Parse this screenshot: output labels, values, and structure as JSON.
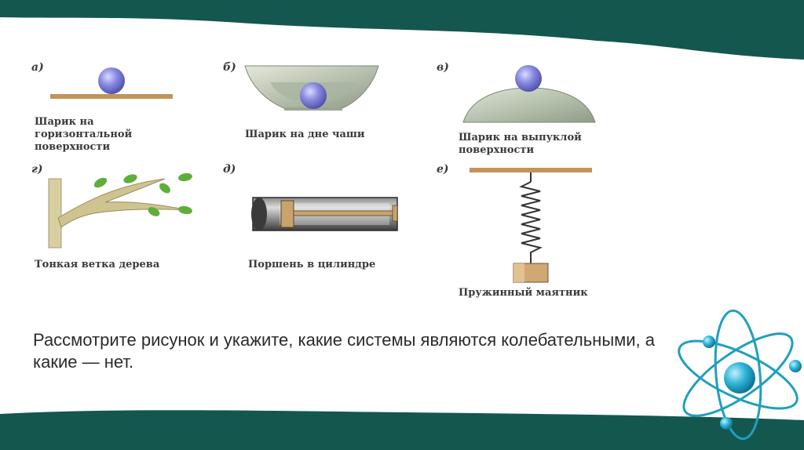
{
  "colors": {
    "band": "#14574f",
    "ball": "#6d6ec8",
    "surface": "#c2935a",
    "bowl": "#b8c3b0",
    "metal": "#4a4a4a",
    "leaf": "#5fae3c",
    "atom": "#1f9fbf"
  },
  "figures": [
    {
      "letter": "а)",
      "caption": "Шарик на\nгоризонтальной\nповерхности"
    },
    {
      "letter": "б)",
      "caption": "Шарик на дне чаши"
    },
    {
      "letter": "в)",
      "caption": "Шарик на выпуклой\nповерхности"
    },
    {
      "letter": "г)",
      "caption": "Тонкая ветка дерева"
    },
    {
      "letter": "д)",
      "caption": "Поршень в цилиндре"
    },
    {
      "letter": "е)",
      "caption": "Пружинный маятник"
    }
  ],
  "question": "Рассмотрите рисунок  и укажите, какие системы являются колебательными, а какие — нет.",
  "decor": {
    "atom_icon": "atom-icon"
  }
}
